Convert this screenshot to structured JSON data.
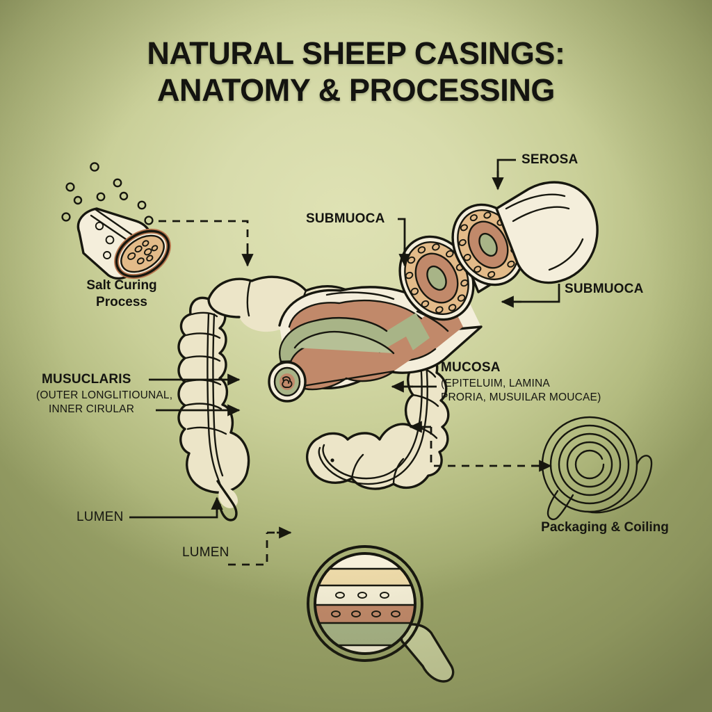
{
  "poster": {
    "title_line1": "NATURAL SHEEP CASINGS:",
    "title_line2": "ANATOMY & PROCESSING",
    "background_color_center": "#dfe2b4",
    "background_color_edge": "#9ba469",
    "ink_color": "#141410"
  },
  "palette": {
    "serosa_cream": "#f6f0da",
    "muscularis_cream": "#efe8cd",
    "submucosa_tan": "#e2b987",
    "mucosa_brown": "#c08a6a",
    "lumen_green": "#a9b487",
    "outline": "#17170f"
  },
  "labels": {
    "serosa": "SEROSA",
    "submucosa_top": "SUBMUOCA",
    "submucosa_right": "SUBMUOCA",
    "mucosa_title": "MUCOSA",
    "mucosa_sub_line1": "(EPITELUIM, LAMINA",
    "mucosa_sub_line2": "PRORIA, MUSUILAR MOUCAE)",
    "muscularis_title": "MUSUCLARIS",
    "muscularis_sub_line1": "(OUTER LONGLITIOUNAL,",
    "muscularis_sub_line2": "INNER CIRULAR",
    "lumen_left": "LUMEN",
    "lumen_bottom": "LUMEN"
  },
  "process": {
    "salt_curing_line1": "Salt Curing",
    "salt_curing_line2": "Process",
    "packaging": "Packaging & Coiling"
  }
}
